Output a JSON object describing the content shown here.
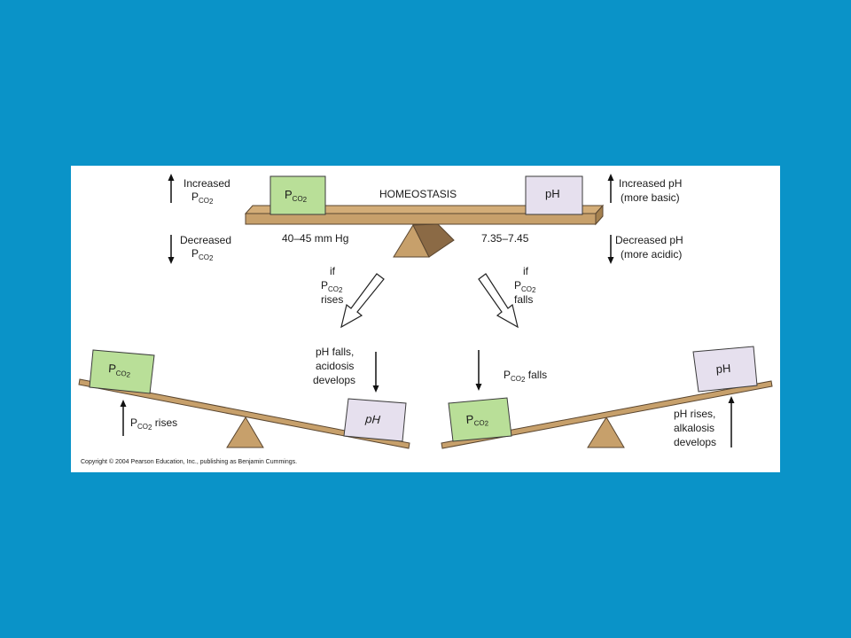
{
  "colors": {
    "background": "#0a93c8",
    "panel": "#ffffff",
    "beam": "#c7a06b",
    "beam_edge": "#5a4630",
    "green_box": "#b9df98",
    "purple_box": "#e6e0ee",
    "arrow": "#111111"
  },
  "diagram": {
    "pco2_letter": "P",
    "pco2_sub": "CO",
    "pco2_sub2": "2",
    "top": {
      "title": "HOMEOSTASIS",
      "left_box": "P",
      "right_box": "pH",
      "left_range": "40–45 mm Hg",
      "right_range": "7.35–7.45",
      "left_up_line1": "Increased",
      "left_down_line1": "Decreased",
      "right_up_line1": "Increased pH",
      "right_up_line2": "(more basic)",
      "right_down_line1": "Decreased pH",
      "right_down_line2": "(more acidic)"
    },
    "middle": {
      "left_if": "if",
      "left_action": "rises",
      "right_if": "if",
      "right_action": "falls"
    },
    "bottom_left": {
      "box_left": "P",
      "box_right": "pH",
      "label_top_line1": "pH falls,",
      "label_top_line2": "acidosis",
      "label_top_line3": "develops",
      "label_bottom_suffix": " rises"
    },
    "bottom_right": {
      "box_left": "P",
      "box_right": "pH",
      "label_top_suffix": " falls",
      "label_bottom_line1": "pH rises,",
      "label_bottom_line2": "alkalosis",
      "label_bottom_line3": "develops"
    },
    "copyright": "Copyright © 2004 Pearson Education, Inc., publishing as Benjamin Cummings."
  }
}
